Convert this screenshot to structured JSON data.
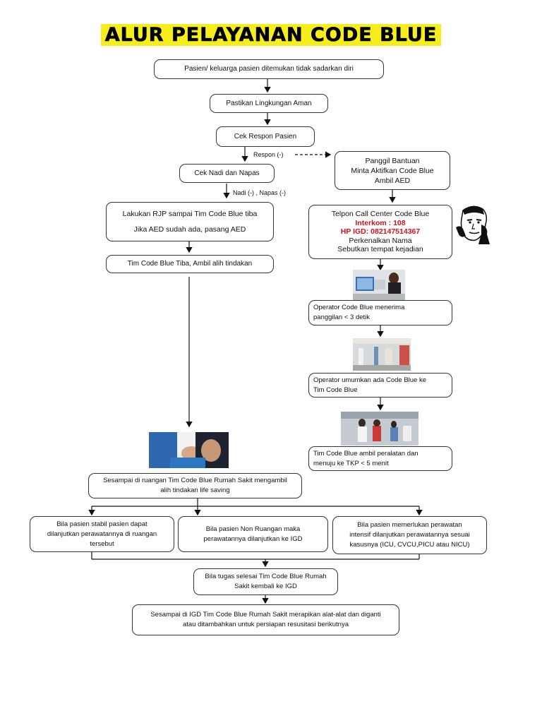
{
  "title": "ALUR PELAYANAN CODE BLUE",
  "steps": {
    "s1": "Pasien/ keluarga pasien ditemukan tidak sadarkan diri",
    "s2": "Pastikan Lingkungan Aman",
    "s3": "Cek Respon Pasien",
    "s4": "Cek Nadi dan Napas",
    "s5_line1": "Lakukan RJP sampai Tim Code Blue tiba",
    "s5_line2": "Jika AED sudah ada, pasang AED",
    "s6": "Tim Code Blue Tiba, Ambil alih tindakan",
    "help_line1": "Panggil Bantuan",
    "help_line2": "Minta Aktifkan Code Blue",
    "help_line3": "Ambil AED",
    "call_line1": "Telpon Call Center Code Blue",
    "call_line2": "Interkom : 108",
    "call_line3": "HP IGD: 082147514367",
    "call_line4": "Perkenalkan Nama",
    "call_line5": "Sebutkan tempat kejadian",
    "op1_line1": "Operator Code Blue menerima",
    "op1_line2": "panggilan < 3 detik",
    "op2_line1": "Operator umumkan ada Code Blue ke",
    "op2_line2": "Tim Code Blue",
    "team_line1": "Tim Code Blue ambil peralatan dan",
    "team_line2": "menuju ke TKP < 5 menit",
    "arrive_line1": "Sesampai di ruangan Tim Code Blue Rumah Sakit mengambil",
    "arrive_line2": "alih tindakan life saving",
    "branch1_line1": "Bila pasien stabil pasien dapat",
    "branch1_line2": "dilanjutkan perawatannya di ruangan",
    "branch1_line3": "tersebut",
    "branch2_line1": "Bila pasien Non Ruangan maka",
    "branch2_line2": "perawatannya dilanjutkan ke IGD",
    "branch3_line1": "Bila pasien memerlukan perawatan",
    "branch3_line2": "intensif dilanjutkan perawatannya sesuai",
    "branch3_line3": "kasusnya (ICU, CVCU,PICU atau NICU)",
    "done_line1": "Bila tugas selesai Tim Code Blue Rumah",
    "done_line2": "Sakit kembali ke IGD",
    "final_line1": "Sesampai di IGD Tim Code Blue Rumah Sakit merapikan alat-alat dan diganti",
    "final_line2": "atau ditambahkan untuk persiapan resusitasi  berikutnya"
  },
  "labels": {
    "respon": "Respon  (-)",
    "nadi": "Nadi (-) , Napas (-)"
  },
  "colors": {
    "title_bg": "#f5ee1a",
    "emphasis": "#d8101a"
  }
}
